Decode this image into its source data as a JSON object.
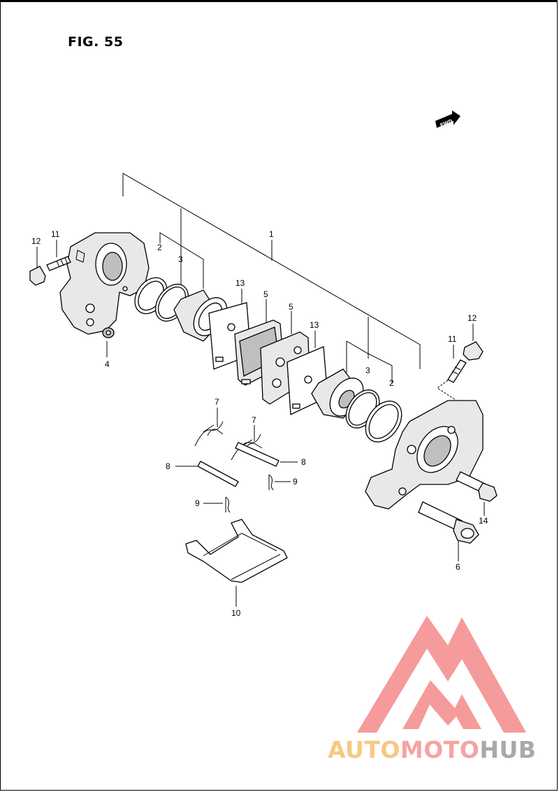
{
  "figure": {
    "title": "FIG. 55"
  },
  "fwd_badge": {
    "text": "FWD"
  },
  "callouts": [
    {
      "id": "c1",
      "label": "1"
    },
    {
      "id": "c2a",
      "label": "2"
    },
    {
      "id": "c2b",
      "label": "2"
    },
    {
      "id": "c3a",
      "label": "3"
    },
    {
      "id": "c3b",
      "label": "3"
    },
    {
      "id": "c4",
      "label": "4"
    },
    {
      "id": "c5a",
      "label": "5"
    },
    {
      "id": "c5b",
      "label": "5"
    },
    {
      "id": "c6",
      "label": "6"
    },
    {
      "id": "c7a",
      "label": "7"
    },
    {
      "id": "c7b",
      "label": "7"
    },
    {
      "id": "c8a",
      "label": "8"
    },
    {
      "id": "c8b",
      "label": "8"
    },
    {
      "id": "c9a",
      "label": "9"
    },
    {
      "id": "c9b",
      "label": "9"
    },
    {
      "id": "c10",
      "label": "10"
    },
    {
      "id": "c11a",
      "label": "11"
    },
    {
      "id": "c11b",
      "label": "11"
    },
    {
      "id": "c12a",
      "label": "12"
    },
    {
      "id": "c12b",
      "label": "12"
    },
    {
      "id": "c13a",
      "label": "13"
    },
    {
      "id": "c13b",
      "label": "13"
    },
    {
      "id": "c14",
      "label": "14"
    }
  ],
  "watermark": {
    "part1": "AUTO",
    "part2": "MOTO",
    "part3": "HUB",
    "colors": {
      "auto": "#f7c883",
      "moto": "#f5a3a3",
      "hub": "#a9a9a9",
      "logo": "#f48a8a"
    }
  }
}
